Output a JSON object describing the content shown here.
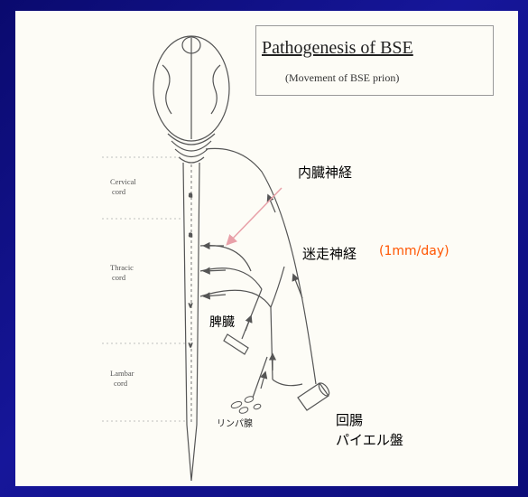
{
  "slide": {
    "title": "Pathogenesis of BSE",
    "subtitle": "(Movement of BSE prion)",
    "segments": {
      "cervical_1": "Cervical",
      "cervical_2": "cord",
      "thoracic_1": "Thracic",
      "thoracic_2": "cord",
      "lumbar_1": "Lambar",
      "lumbar_2": "cord"
    },
    "labels": {
      "visceral_nerve": "内臓神経",
      "vagus_nerve": "迷走神経",
      "rate": "(1mm/day)",
      "spleen": "脾臓",
      "lymph_node": "リンパ腺",
      "ileum": "回腸",
      "peyers_patch": "パイエル盤"
    },
    "colors": {
      "background": "#12129a",
      "paper": "#fdfcf6",
      "rate_text": "#ff5500",
      "line": "#555555"
    }
  }
}
